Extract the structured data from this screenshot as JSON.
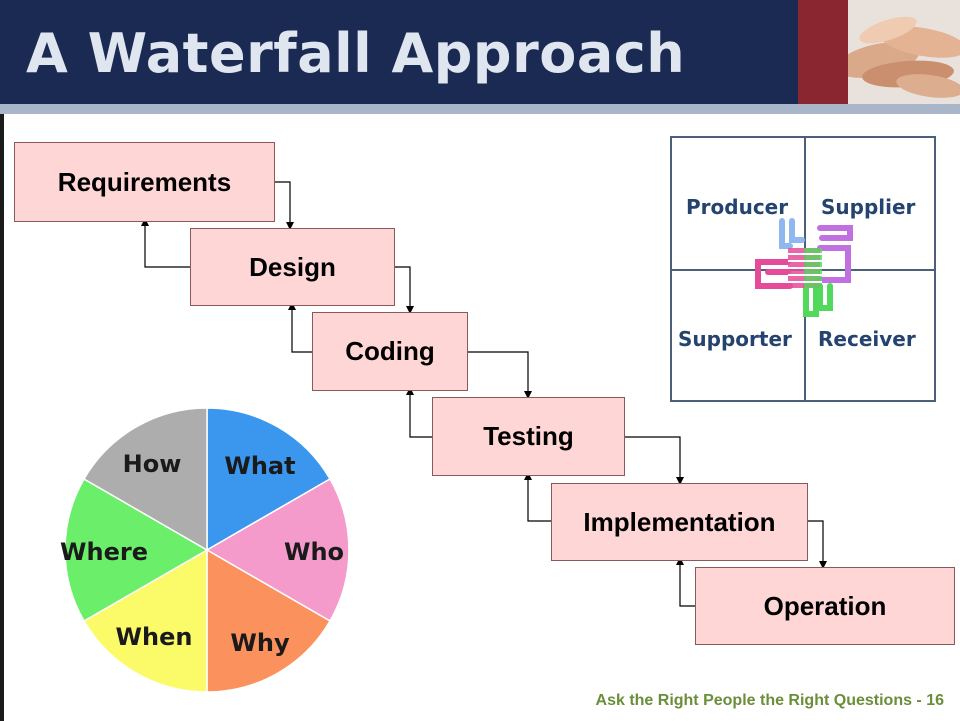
{
  "slide": {
    "title": "A Waterfall Approach",
    "footer": "Ask the Right People the Right Questions - 16"
  },
  "waterfall": {
    "steps": [
      "Requirements",
      "Design",
      "Coding",
      "Testing",
      "Implementation",
      "Operation"
    ]
  },
  "roles": {
    "producer": "Producer",
    "supplier": "Supplier",
    "supporter": "Supporter",
    "receiver": "Receiver"
  },
  "questions": {
    "what": "What",
    "who": "Who",
    "why": "Why",
    "when": "When",
    "where": "Where",
    "how": "How"
  },
  "colors": {
    "header_bg": "#1b2a52",
    "header_accent": "#8a2630",
    "step_fill": "#ffd6d6",
    "footer_text": "#6b8e3a",
    "role_text": "#24436e",
    "wedge_what": "#3b97ee",
    "wedge_who": "#f59bcc",
    "wedge_why": "#fb915c",
    "wedge_when": "#fbfb6a",
    "wedge_where": "#6bef6b",
    "wedge_how": "#adadad"
  }
}
